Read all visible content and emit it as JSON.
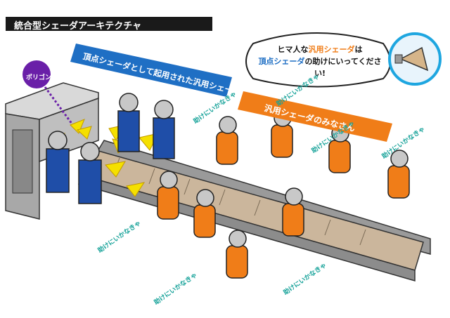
{
  "header": {
    "title": "統合型シェーダアーキテクチャ"
  },
  "banners": {
    "vertex": "頂点シェーダとして起用された汎用シェーダ",
    "general": "汎用シェーダのみなさん"
  },
  "polygon_label": "ポリゴン",
  "speech": {
    "line1_pre": "ヒマ人な",
    "line1_accent": "汎用シェーダ",
    "line1_post": "は",
    "line2_blue": "頂点シェーダ",
    "line2_post": "の助けにいってください!"
  },
  "help_label": "助けにいかなきゃ",
  "colors": {
    "header_bg": "#1a1a1a",
    "vertex_banner": "#1f6fc4",
    "general_banner": "#f07d18",
    "polygon_marker": "#6a1fa8",
    "help_text": "#18a39a",
    "triangles": "#f5e000",
    "belt": "#cbb69c",
    "machine": "#bfbfbf"
  },
  "icons": [
    "megaphone-icon",
    "polygon-triangle-icon"
  ]
}
